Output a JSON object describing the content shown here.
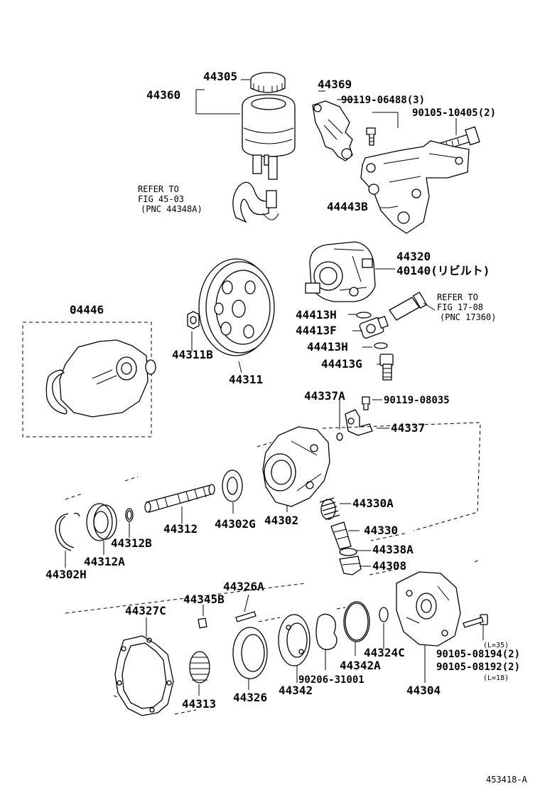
{
  "labels": {
    "p44305": "44305",
    "p44360": "44360",
    "p44369": "44369",
    "p90119_06488": "90119-06488(3)",
    "p90105_10405": "90105-10405(2)",
    "p44443B": "44443B",
    "refer1_l1": "REFER TO",
    "refer1_l2": "FIG 45-03",
    "refer1_l3": "(PNC 44348A)",
    "p04446": "04446",
    "p44320": "44320",
    "p40140": "40140(リビルト)",
    "refer2_l1": "REFER TO",
    "refer2_l2": "FIG 17-08",
    "refer2_l3": "(PNC 17360)",
    "p44413H_a": "44413H",
    "p44413F": "44413F",
    "p44413H_b": "44413H",
    "p44413G": "44413G",
    "p44311B": "44311B",
    "p44311": "44311",
    "p44337A": "44337A",
    "p90119_08035": "90119-08035",
    "p44337": "44337",
    "p44330A": "44330A",
    "p44330": "44330",
    "p44338A": "44338A",
    "p44308": "44308",
    "p44312": "44312",
    "p44302G": "44302G",
    "p44302": "44302",
    "p44312B": "44312B",
    "p44312A": "44312A",
    "p44302H": "44302H",
    "p44326A": "44326A",
    "p44345B": "44345B",
    "p44327C": "44327C",
    "p44313": "44313",
    "p44326": "44326",
    "p44342": "44342",
    "p90206_31001": "90206-31001",
    "p44342A": "44342A",
    "p44324C": "44324C",
    "p44304": "44304",
    "l35": "(L=35)",
    "p90105_08194": "90105-08194(2)",
    "p90105_08192": "90105-08192(2)",
    "l18": "(L=18)",
    "figure_id": "453418-A"
  }
}
